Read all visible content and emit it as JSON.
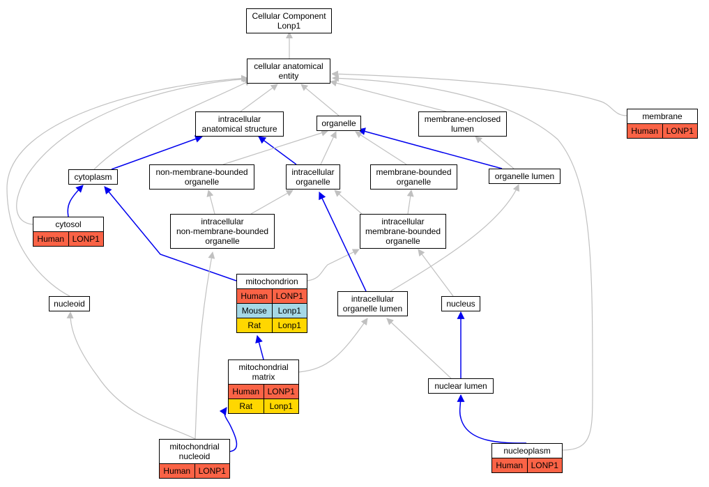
{
  "colors": {
    "human": "#fa6346",
    "mouse": "#a5d8e6",
    "rat": "#ffd700",
    "edge_gray": "#c0c0c0",
    "edge_blue": "#0000ee"
  },
  "nodes": {
    "root": {
      "label": "Cellular Component\nLonp1"
    },
    "cae": {
      "label": "cellular anatomical\nentity"
    },
    "ias": {
      "label": "intracellular\nanatomical structure"
    },
    "organelle": {
      "label": "organelle"
    },
    "mel": {
      "label": "membrane-enclosed\nlumen"
    },
    "membrane": {
      "label": "membrane",
      "rows": [
        {
          "species": "Human",
          "gene": "LONP1",
          "color": "#fa6346"
        }
      ]
    },
    "cytoplasm": {
      "label": "cytoplasm"
    },
    "nmbo": {
      "label": "non-membrane-bounded\norganelle"
    },
    "io": {
      "label": "intracellular\norganelle"
    },
    "mbo": {
      "label": "membrane-bounded\norganelle"
    },
    "ol": {
      "label": "organelle lumen"
    },
    "cytosol": {
      "label": "cytosol",
      "rows": [
        {
          "species": "Human",
          "gene": "LONP1",
          "color": "#fa6346"
        }
      ]
    },
    "inmbo": {
      "label": "intracellular\nnon-membrane-bounded\norganelle"
    },
    "imbo": {
      "label": "intracellular\nmembrane-bounded\norganelle"
    },
    "mito": {
      "label": "mitochondrion",
      "rows": [
        {
          "species": "Human",
          "gene": "LONP1",
          "color": "#fa6346"
        },
        {
          "species": "Mouse",
          "gene": "Lonp1",
          "color": "#a5d8e6"
        },
        {
          "species": "Rat",
          "gene": "Lonp1",
          "color": "#ffd700"
        }
      ]
    },
    "nucleoid": {
      "label": "nucleoid"
    },
    "iol": {
      "label": "intracellular\norganelle lumen"
    },
    "nucleus": {
      "label": "nucleus"
    },
    "mm": {
      "label": "mitochondrial\nmatrix",
      "rows": [
        {
          "species": "Human",
          "gene": "LONP1",
          "color": "#fa6346"
        },
        {
          "species": "Rat",
          "gene": "Lonp1",
          "color": "#ffd700"
        }
      ]
    },
    "nl": {
      "label": "nuclear lumen"
    },
    "mn": {
      "label": "mitochondrial\nnucleoid",
      "rows": [
        {
          "species": "Human",
          "gene": "LONP1",
          "color": "#fa6346"
        }
      ]
    },
    "np": {
      "label": "nucleoplasm",
      "rows": [
        {
          "species": "Human",
          "gene": "LONP1",
          "color": "#fa6346"
        }
      ]
    }
  },
  "edges": [
    {
      "from": "cae",
      "to": "root",
      "type": "is_a"
    },
    {
      "from": "ias",
      "to": "cae",
      "type": "is_a"
    },
    {
      "from": "organelle",
      "to": "cae",
      "type": "is_a"
    },
    {
      "from": "mel",
      "to": "cae",
      "type": "is_a"
    },
    {
      "from": "membrane",
      "to": "cae",
      "type": "is_a"
    },
    {
      "from": "cytoplasm",
      "to": "cae",
      "type": "is_a"
    },
    {
      "from": "cytosol",
      "to": "cae",
      "type": "is_a"
    },
    {
      "from": "nucleoid",
      "to": "cae",
      "type": "is_a"
    },
    {
      "from": "np",
      "to": "cae",
      "type": "is_a"
    },
    {
      "from": "cytoplasm",
      "to": "ias",
      "type": "part_of"
    },
    {
      "from": "io",
      "to": "ias",
      "type": "part_of"
    },
    {
      "from": "nmbo",
      "to": "organelle",
      "type": "is_a"
    },
    {
      "from": "io",
      "to": "organelle",
      "type": "is_a"
    },
    {
      "from": "mbo",
      "to": "organelle",
      "type": "is_a"
    },
    {
      "from": "ol",
      "to": "organelle",
      "type": "part_of"
    },
    {
      "from": "ol",
      "to": "mel",
      "type": "is_a"
    },
    {
      "from": "cytosol",
      "to": "cytoplasm",
      "type": "part_of"
    },
    {
      "from": "inmbo",
      "to": "nmbo",
      "type": "is_a"
    },
    {
      "from": "inmbo",
      "to": "io",
      "type": "is_a"
    },
    {
      "from": "imbo",
      "to": "io",
      "type": "is_a"
    },
    {
      "from": "imbo",
      "to": "mbo",
      "type": "is_a"
    },
    {
      "from": "iol",
      "to": "ol",
      "type": "is_a"
    },
    {
      "from": "mito",
      "to": "cytoplasm",
      "type": "part_of"
    },
    {
      "from": "mito",
      "to": "imbo",
      "type": "is_a"
    },
    {
      "from": "iol",
      "to": "io",
      "type": "part_of"
    },
    {
      "from": "nucleus",
      "to": "imbo",
      "type": "is_a"
    },
    {
      "from": "mm",
      "to": "mito",
      "type": "part_of"
    },
    {
      "from": "mm",
      "to": "iol",
      "type": "is_a"
    },
    {
      "from": "nl",
      "to": "iol",
      "type": "is_a"
    },
    {
      "from": "nl",
      "to": "nucleus",
      "type": "part_of"
    },
    {
      "from": "mn",
      "to": "mm",
      "type": "part_of"
    },
    {
      "from": "mn",
      "to": "nucleoid",
      "type": "is_a"
    },
    {
      "from": "mn",
      "to": "inmbo",
      "type": "is_a"
    },
    {
      "from": "np",
      "to": "nl",
      "type": "part_of"
    }
  ]
}
